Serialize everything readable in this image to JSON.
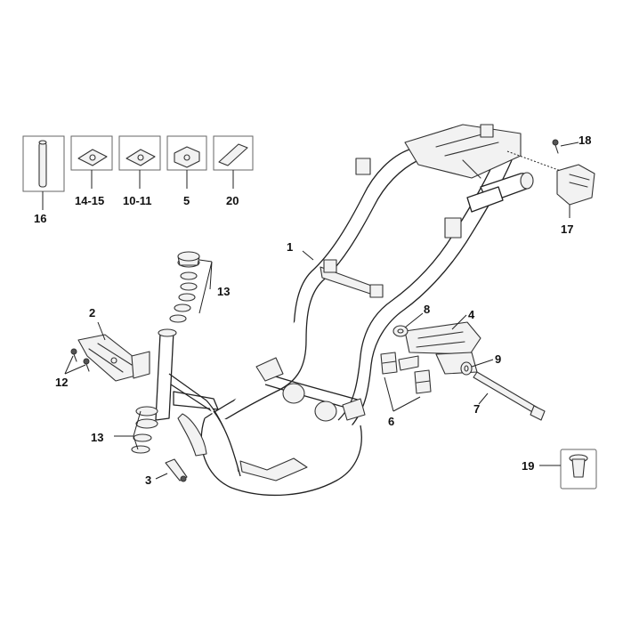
{
  "callouts": {
    "c1": "1",
    "c2": "2",
    "c3": "3",
    "c4": "4",
    "c5": "5",
    "c6": "6",
    "c7": "7",
    "c8": "8",
    "c9": "9",
    "c12": "12",
    "c13a": "13",
    "c13b": "13",
    "c16": "16",
    "c1415": "14-15",
    "c1011": "10-11",
    "c17": "17",
    "c18": "18",
    "c19": "19",
    "c20": "20"
  },
  "colors": {
    "line": "#333333",
    "background": "#ffffff"
  }
}
